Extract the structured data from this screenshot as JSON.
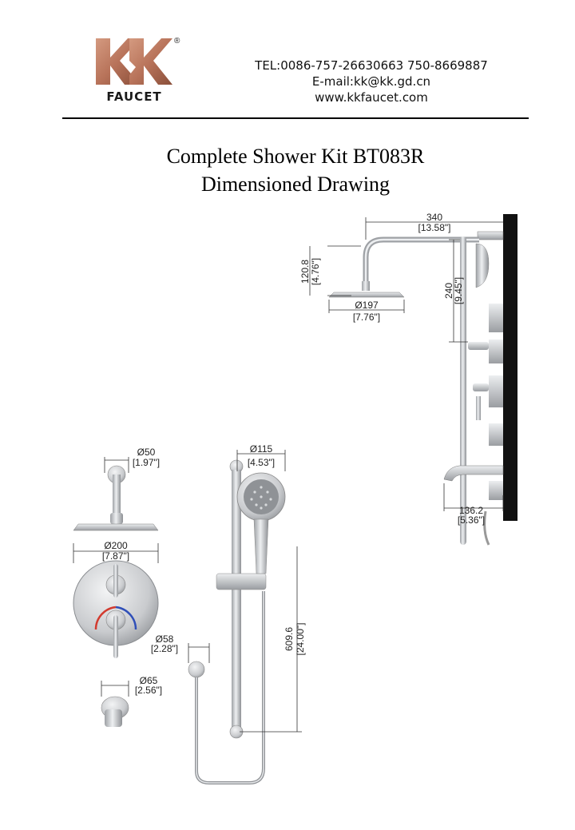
{
  "brand": {
    "name": "FAUCET",
    "registered": "®"
  },
  "contact": {
    "tel": "TEL:0086-757-26630663 750-8669887",
    "email": "E-mail:kk@kk.gd.cn",
    "web": "www.kkfaucet.com"
  },
  "title": {
    "line1": "Complete Shower Kit BT083R",
    "line2": "Dimensioned Drawing"
  },
  "dimensions": {
    "arm_length": {
      "mm": "340",
      "inch": "[13.58\"]"
    },
    "head_drop": {
      "mm": "120.8",
      "inch": "[4.76\"]"
    },
    "head_dia": {
      "mm": "Ø197",
      "inch": "[7.76\"]"
    },
    "rail_gap": {
      "mm": "240",
      "inch": "[9.45\"]"
    },
    "spout_reach": {
      "mm": "136.2",
      "inch": "[5.36\"]"
    },
    "flange_dia": {
      "mm": "Ø50",
      "inch": "[1.97\"]"
    },
    "hand_shower_dia": {
      "mm": "Ø115",
      "inch": "[4.53\"]"
    },
    "plate_dia": {
      "mm": "Ø200",
      "inch": "[7.87\"]"
    },
    "bar_length": {
      "mm": "609.6",
      "inch": "[24.00\"]"
    },
    "outlet_dia": {
      "mm": "Ø58",
      "inch": "[2.28\"]"
    },
    "spout_dia": {
      "mm": "Ø65",
      "inch": "[2.56\"]"
    }
  },
  "colors": {
    "logo_copper": "#b8735a",
    "chrome": "#c8cacd",
    "wall": "#111111"
  }
}
